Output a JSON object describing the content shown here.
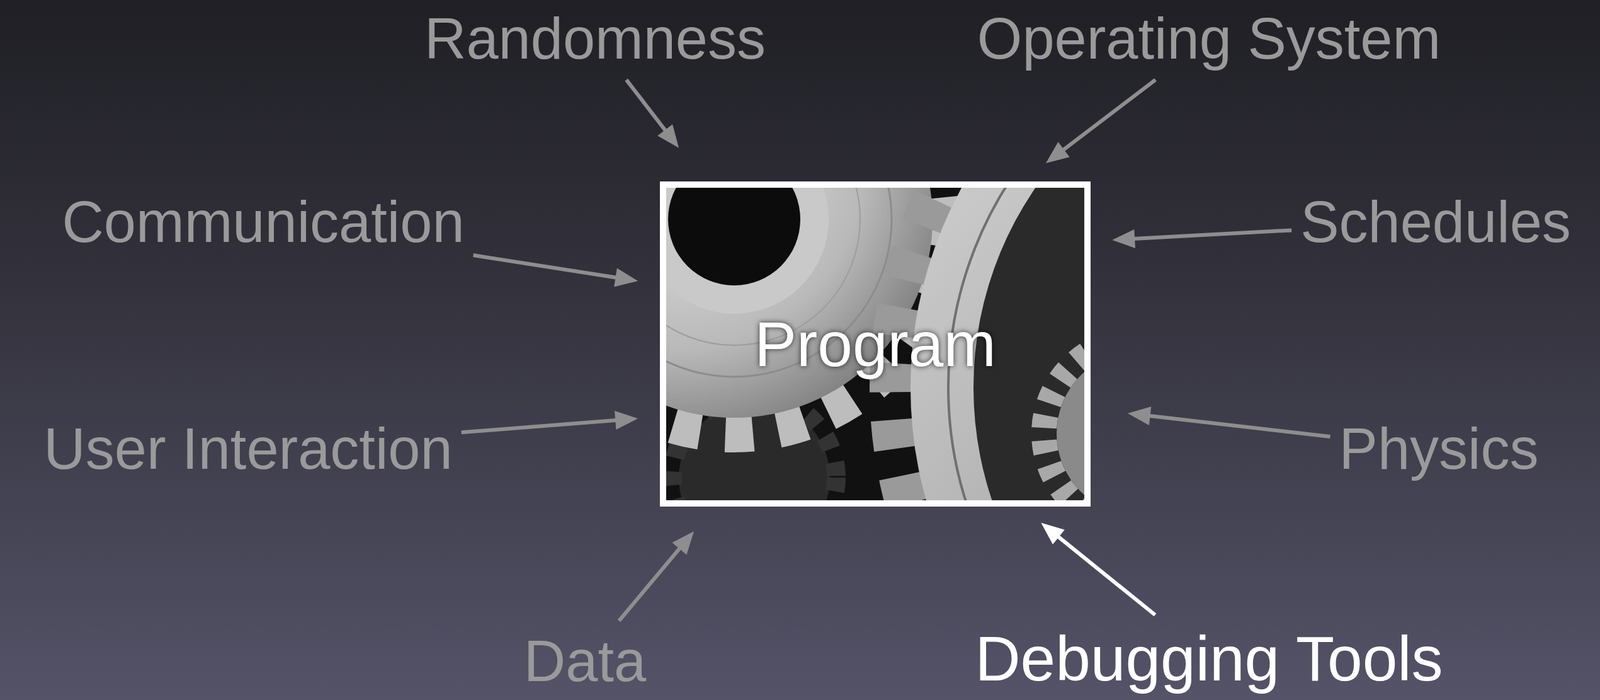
{
  "diagram": {
    "nodes": [
      {
        "text": [
          "Randomness"
        ]
      },
      {
        "text": [
          "Operating System"
        ]
      },
      {
        "text": [
          "Communication"
        ]
      },
      {
        "text": [
          "Schedules"
        ]
      },
      {
        "text": [
          "Program"
        ]
      },
      {
        "text": [
          "User Interaction"
        ]
      },
      {
        "text": [
          "Physics"
        ]
      },
      {
        "text": [
          "Data"
        ]
      },
      {
        "text": [
          "Debugging Tools"
        ]
      }
    ],
    "edges": [
      {
        "from": 0,
        "to": 4,
        "arrow": "to"
      },
      {
        "from": 1,
        "to": 4,
        "arrow": "to"
      },
      {
        "from": 2,
        "to": 4,
        "arrow": "to"
      },
      {
        "from": 3,
        "to": 4,
        "arrow": "to"
      },
      {
        "from": 5,
        "to": 4,
        "arrow": "to"
      },
      {
        "from": 6,
        "to": 4,
        "arrow": "to"
      },
      {
        "from": 7,
        "to": 4,
        "arrow": "to"
      },
      {
        "from": 8,
        "to": 4,
        "arrow": "to"
      }
    ]
  }
}
